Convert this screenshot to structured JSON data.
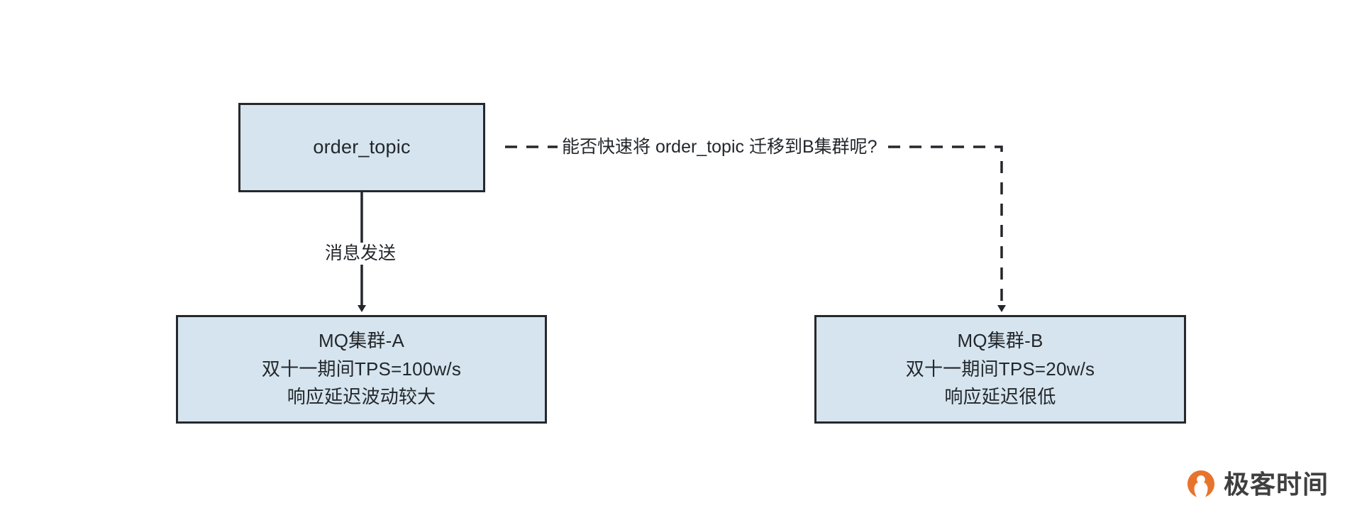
{
  "diagram": {
    "nodes": [
      {
        "id": "order_topic",
        "label": "order_topic"
      },
      {
        "id": "cluster_a",
        "label": "MQ集群-A\n双十一期间TPS=100w/s\n响应延迟波动较大"
      },
      {
        "id": "cluster_b",
        "label": "MQ集群-B\n双十一期间TPS=20w/s\n响应延迟很低"
      }
    ],
    "edges": [
      {
        "id": "send",
        "from": "order_topic",
        "to": "cluster_a",
        "label": "消息发送",
        "style": "solid"
      },
      {
        "id": "migrate",
        "from": "order_topic",
        "to": "cluster_b",
        "label": "能否快速将 order_topic 迁移到B集群呢?",
        "style": "dashed"
      }
    ],
    "colors": {
      "node_fill": "#d5e4ee",
      "node_stroke": "#25282c",
      "edge_stroke": "#23272b",
      "text": "#23272b",
      "background": "#ffffff",
      "watermark_accent": "#e8742c"
    }
  },
  "watermark": {
    "text": "极客时间",
    "icon": "geektime-logo-icon"
  }
}
